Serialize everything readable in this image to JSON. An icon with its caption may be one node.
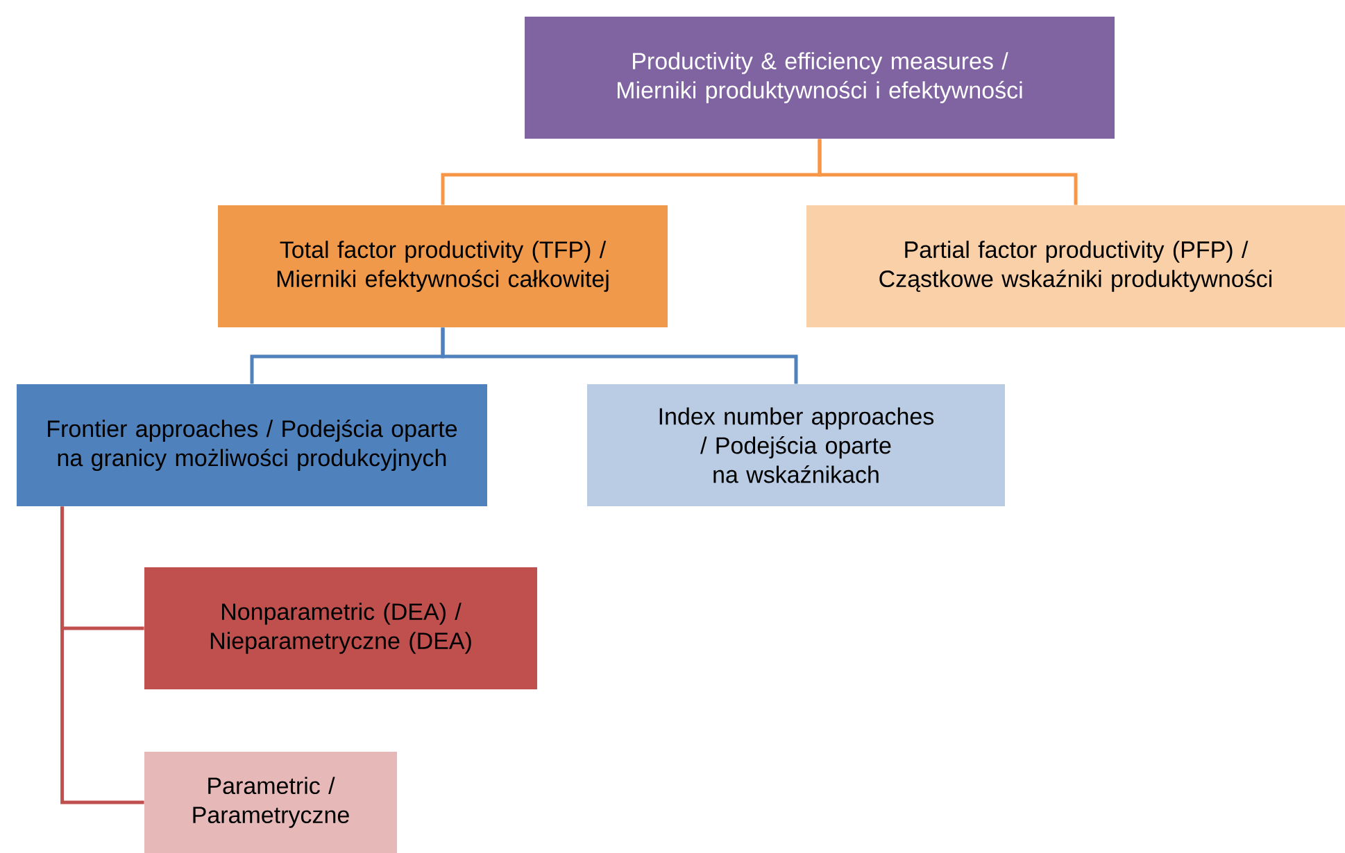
{
  "diagram": {
    "nodes": [
      {
        "text": [
          "Productivity & efficiency measures / Mierniki produktywności i efektywności"
        ]
      },
      {
        "text": [
          "Total factor productivity (TFP) / Mierniki efektywności całkowitej"
        ]
      },
      {
        "text": [
          "Partial factor productivity (PFP) / Cząstkowe wskaźniki produktywności"
        ]
      },
      {
        "text": [
          "Frontier approaches / Podejścia oparte na granicy możliwości produkcyjnych"
        ]
      },
      {
        "text": [
          "Index number approaches / Podejścia oparte na wskaźnikach"
        ]
      },
      {
        "text": [
          "Nonparametric (DEA) / Nieparametryczne (DEA)"
        ]
      },
      {
        "text": [
          "Parametric / Parametryczne"
        ]
      }
    ],
    "edges": [
      {
        "from": 0,
        "to": 1,
        "arrow": "none",
        "color": "#f79646"
      },
      {
        "from": 0,
        "to": 2,
        "arrow": "none",
        "color": "#f79646"
      },
      {
        "from": 1,
        "to": 3,
        "arrow": "none",
        "color": "#4f81bd"
      },
      {
        "from": 1,
        "to": 4,
        "arrow": "none",
        "color": "#4f81bd"
      },
      {
        "from": 3,
        "to": 5,
        "arrow": "none",
        "color": "#c0504d"
      },
      {
        "from": 3,
        "to": 6,
        "arrow": "none",
        "color": "#c0504d"
      }
    ]
  }
}
